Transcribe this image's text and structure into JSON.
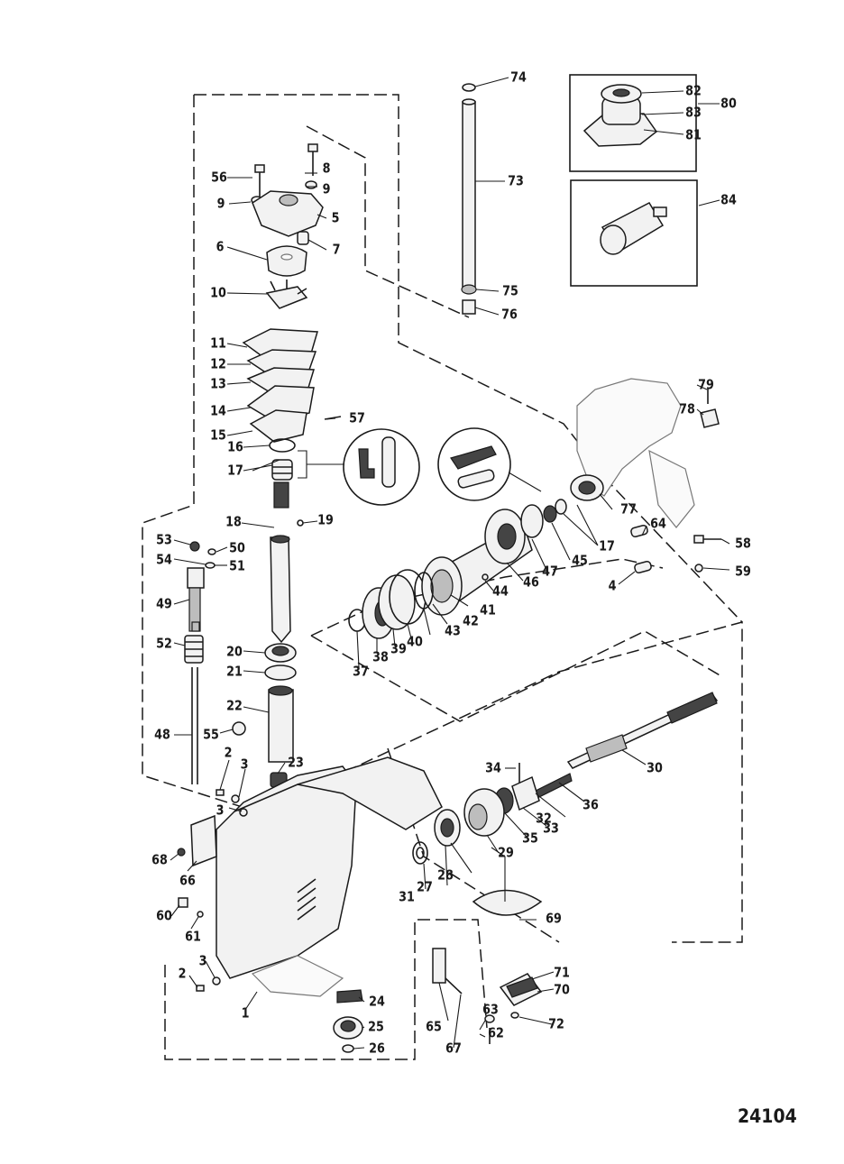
{
  "figure_number": "24104",
  "parts": [
    {
      "id": "p1",
      "num": "1"
    },
    {
      "id": "p2a",
      "num": "2"
    },
    {
      "id": "p2b",
      "num": "2"
    },
    {
      "id": "p3a",
      "num": "3"
    },
    {
      "id": "p3b",
      "num": "3"
    },
    {
      "id": "p3c",
      "num": "3"
    },
    {
      "id": "p4",
      "num": "4"
    },
    {
      "id": "p5",
      "num": "5"
    },
    {
      "id": "p6",
      "num": "6"
    },
    {
      "id": "p7",
      "num": "7"
    },
    {
      "id": "p8",
      "num": "8"
    },
    {
      "id": "p9a",
      "num": "9"
    },
    {
      "id": "p9b",
      "num": "9"
    },
    {
      "id": "p10",
      "num": "10"
    },
    {
      "id": "p11",
      "num": "11"
    },
    {
      "id": "p12",
      "num": "12"
    },
    {
      "id": "p13",
      "num": "13"
    },
    {
      "id": "p14",
      "num": "14"
    },
    {
      "id": "p15",
      "num": "15"
    },
    {
      "id": "p16",
      "num": "16"
    },
    {
      "id": "p17a",
      "num": "17"
    },
    {
      "id": "p17b",
      "num": "17"
    },
    {
      "id": "p18",
      "num": "18"
    },
    {
      "id": "p19",
      "num": "19"
    },
    {
      "id": "p20",
      "num": "20"
    },
    {
      "id": "p21",
      "num": "21"
    },
    {
      "id": "p22",
      "num": "22"
    },
    {
      "id": "p23",
      "num": "23"
    },
    {
      "id": "p24",
      "num": "24"
    },
    {
      "id": "p25",
      "num": "25"
    },
    {
      "id": "p26",
      "num": "26"
    },
    {
      "id": "p27",
      "num": "27"
    },
    {
      "id": "p28",
      "num": "28"
    },
    {
      "id": "p29",
      "num": "29"
    },
    {
      "id": "p30",
      "num": "30"
    },
    {
      "id": "p31",
      "num": "31"
    },
    {
      "id": "p32",
      "num": "32"
    },
    {
      "id": "p33",
      "num": "33"
    },
    {
      "id": "p34",
      "num": "34"
    },
    {
      "id": "p35",
      "num": "35"
    },
    {
      "id": "p36",
      "num": "36"
    },
    {
      "id": "p37",
      "num": "37"
    },
    {
      "id": "p38",
      "num": "38"
    },
    {
      "id": "p39",
      "num": "39"
    },
    {
      "id": "p40",
      "num": "40"
    },
    {
      "id": "p41",
      "num": "41"
    },
    {
      "id": "p42",
      "num": "42"
    },
    {
      "id": "p43",
      "num": "43"
    },
    {
      "id": "p44",
      "num": "44"
    },
    {
      "id": "p45",
      "num": "45"
    },
    {
      "id": "p46",
      "num": "46"
    },
    {
      "id": "p47",
      "num": "47"
    },
    {
      "id": "p48",
      "num": "48"
    },
    {
      "id": "p49",
      "num": "49"
    },
    {
      "id": "p50",
      "num": "50"
    },
    {
      "id": "p51",
      "num": "51"
    },
    {
      "id": "p52",
      "num": "52"
    },
    {
      "id": "p53",
      "num": "53"
    },
    {
      "id": "p54",
      "num": "54"
    },
    {
      "id": "p55",
      "num": "55"
    },
    {
      "id": "p56",
      "num": "56"
    },
    {
      "id": "p57",
      "num": "57"
    },
    {
      "id": "p58",
      "num": "58"
    },
    {
      "id": "p59",
      "num": "59"
    },
    {
      "id": "p60",
      "num": "60"
    },
    {
      "id": "p61",
      "num": "61"
    },
    {
      "id": "p62",
      "num": "62"
    },
    {
      "id": "p63",
      "num": "63"
    },
    {
      "id": "p64",
      "num": "64"
    },
    {
      "id": "p65",
      "num": "65"
    },
    {
      "id": "p66",
      "num": "66"
    },
    {
      "id": "p67",
      "num": "67"
    },
    {
      "id": "p68",
      "num": "68"
    },
    {
      "id": "p69",
      "num": "69"
    },
    {
      "id": "p70",
      "num": "70"
    },
    {
      "id": "p71",
      "num": "71"
    },
    {
      "id": "p72",
      "num": "72"
    },
    {
      "id": "p73",
      "num": "73"
    },
    {
      "id": "p74",
      "num": "74"
    },
    {
      "id": "p75",
      "num": "75"
    },
    {
      "id": "p76",
      "num": "76"
    },
    {
      "id": "p77",
      "num": "77"
    },
    {
      "id": "p78",
      "num": "78"
    },
    {
      "id": "p79",
      "num": "79"
    },
    {
      "id": "p80",
      "num": "80"
    },
    {
      "id": "p81",
      "num": "81"
    },
    {
      "id": "p82",
      "num": "82"
    },
    {
      "id": "p83",
      "num": "83"
    },
    {
      "id": "p84",
      "num": "84"
    }
  ]
}
